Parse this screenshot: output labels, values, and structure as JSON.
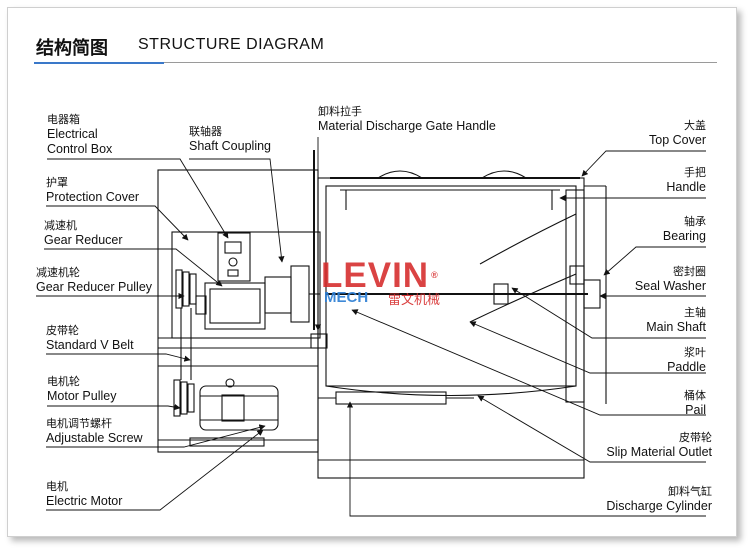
{
  "header": {
    "title_cn": "结构简图",
    "title_en": "STRUCTURE DIAGRAM"
  },
  "watermark": {
    "brand": "LEVIN",
    "registered": "®",
    "sub": "MECH",
    "cn": "雷文机械"
  },
  "labels": {
    "electrical_control_box": {
      "cn": "电器箱",
      "en1": "Electrical",
      "en2": "Control Box"
    },
    "protection_cover": {
      "cn": "护罩",
      "en": "Protection Cover"
    },
    "gear_reducer": {
      "cn": "减速机",
      "en": "Gear Reducer"
    },
    "gear_reducer_pulley": {
      "cn": "减速机轮",
      "en": "Gear Reducer Pulley"
    },
    "standard_v_belt": {
      "cn": "皮带轮",
      "en": "Standard V Belt"
    },
    "motor_pulley": {
      "cn": "电机轮",
      "en": "Motor Pulley"
    },
    "adjustable_screw": {
      "cn": "电机调节螺杆",
      "en": "Adjustable Screw"
    },
    "electric_motor": {
      "cn": "电机",
      "en": "Electric Motor"
    },
    "shaft_coupling": {
      "cn": "联轴器",
      "en": "Shaft Coupling"
    },
    "discharge_gate_handle": {
      "cn": "卸料拉手",
      "en": "Material Discharge Gate Handle"
    },
    "top_cover": {
      "cn": "大盖",
      "en": "Top Cover"
    },
    "handle": {
      "cn": "手把",
      "en": "Handle"
    },
    "bearing": {
      "cn": "轴承",
      "en": "Bearing"
    },
    "seal_washer": {
      "cn": "密封圈",
      "en": "Seal Washer"
    },
    "main_shaft": {
      "cn": "主轴",
      "en": "Main Shaft"
    },
    "paddle": {
      "cn": "浆叶",
      "en": "Paddle"
    },
    "pail": {
      "cn": "桶体",
      "en": "Pail"
    },
    "slip_material_outlet": {
      "cn": "皮带轮",
      "en": "Slip Material Outlet"
    },
    "discharge_cylinder": {
      "cn": "卸料气缸",
      "en": "Discharge Cylinder"
    }
  }
}
